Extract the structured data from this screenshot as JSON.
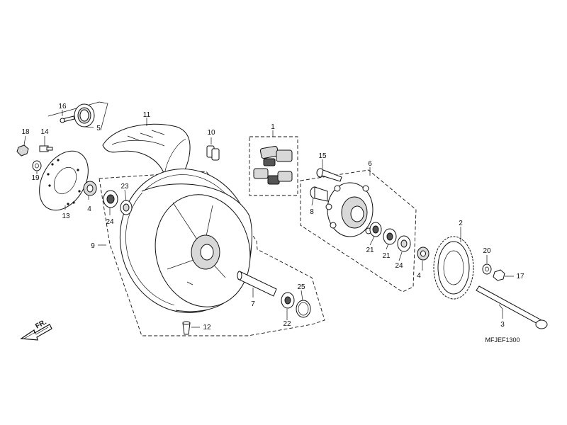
{
  "diagram_code": "MFJEF1300",
  "front_arrow_label": "FR.",
  "callouts": [
    "1",
    "2",
    "3",
    "4",
    "4",
    "5",
    "6",
    "7",
    "8",
    "9",
    "10",
    "11",
    "12",
    "13",
    "14",
    "15",
    "16",
    "17",
    "18",
    "19",
    "20",
    "21",
    "21",
    "22",
    "23",
    "24",
    "24",
    "25"
  ],
  "part_names": {
    "p1": "brake-pad-set-icon",
    "p2": "drive-sprocket-icon",
    "p3": "rear-axle-icon",
    "p5": "pulser-ring-icon",
    "p6": "final-driven-flange-icon",
    "p9": "rear-wheel-icon",
    "p11": "rear-tire-icon",
    "p13": "brake-disc-icon"
  }
}
